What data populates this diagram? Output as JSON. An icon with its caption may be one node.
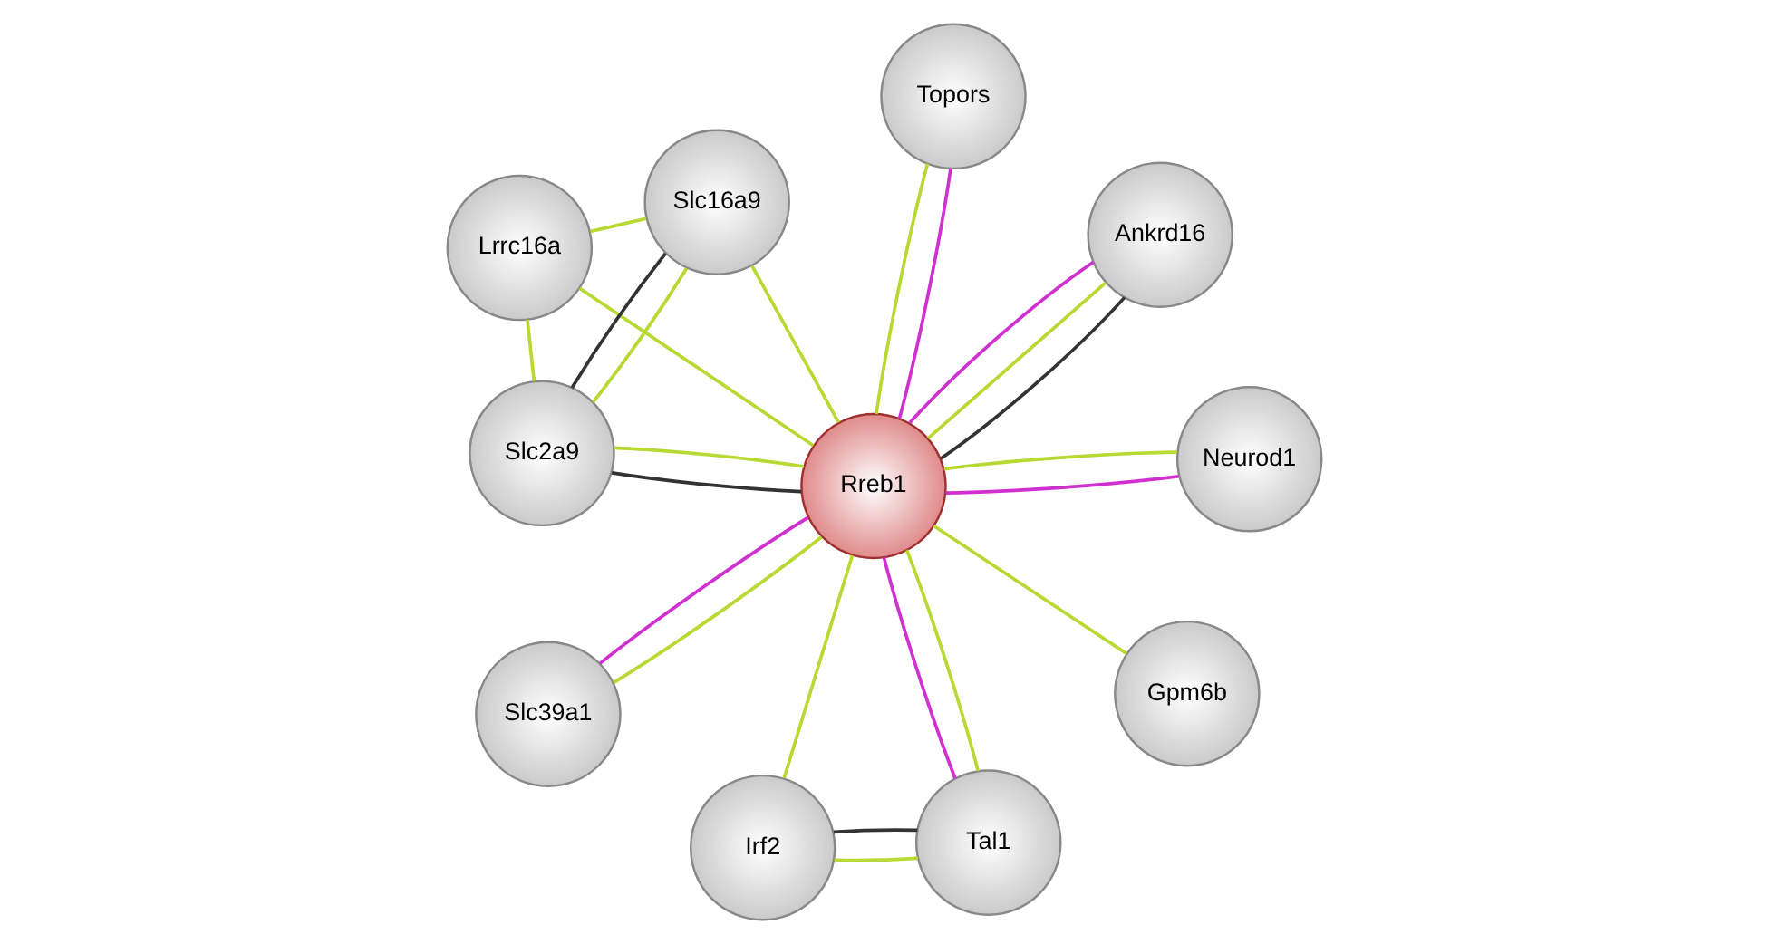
{
  "diagram": {
    "nodes": [
      {
        "text": [
          "Lrrc16a"
        ]
      },
      {
        "text": [
          "Slc16a9"
        ]
      },
      {
        "text": [
          "Slc2a9"
        ]
      },
      {
        "text": [
          "Topors"
        ]
      },
      {
        "text": [
          "Ankrd16"
        ]
      },
      {
        "text": [
          "Rreb1"
        ]
      },
      {
        "text": [
          "Slc39a1"
        ]
      },
      {
        "text": [
          "Neurod1"
        ]
      },
      {
        "text": [
          "Irf2"
        ]
      },
      {
        "text": [
          "Gpm6b"
        ]
      },
      {
        "text": [
          "Tal1"
        ]
      }
    ],
    "edges": [
      {
        "from": 0,
        "to": 2,
        "arrow": "none"
      },
      {
        "from": 0,
        "to": 5,
        "arrow": "none"
      },
      {
        "from": 0,
        "to": 1,
        "arrow": "none"
      },
      {
        "from": 2,
        "to": 1,
        "arrow": "none",
        "color": "#333333"
      },
      {
        "from": 2,
        "to": 1,
        "arrow": "none"
      },
      {
        "from": 1,
        "to": 5,
        "arrow": "none"
      },
      {
        "from": 2,
        "to": 5,
        "arrow": "none"
      },
      {
        "from": 2,
        "to": 5,
        "arrow": "none",
        "color": "#333333"
      },
      {
        "from": 4,
        "to": 5,
        "arrow": "none",
        "color": "#333333"
      },
      {
        "from": 4,
        "to": 5,
        "arrow": "none",
        "color": "#d030d0"
      },
      {
        "from": 4,
        "to": 5,
        "arrow": "none"
      },
      {
        "from": 3,
        "to": 5,
        "arrow": "none",
        "color": "#d030d0"
      },
      {
        "from": 3,
        "to": 5,
        "arrow": "none"
      },
      {
        "from": 5,
        "to": 6,
        "arrow": "none"
      },
      {
        "from": 5,
        "to": 6,
        "arrow": "none",
        "color": "#d030d0"
      },
      {
        "from": 7,
        "to": 5,
        "arrow": "none",
        "color": "#d030d0"
      },
      {
        "from": 7,
        "to": 5,
        "arrow": "none"
      },
      {
        "from": 9,
        "to": 5,
        "arrow": "none"
      },
      {
        "from": 10,
        "to": 5,
        "arrow": "none",
        "color": "#d030d0"
      },
      {
        "from": 10,
        "to": 5,
        "arrow": "none"
      },
      {
        "from": 8,
        "to": 5,
        "arrow": "none"
      },
      {
        "from": 10,
        "to": 8,
        "arrow": "none"
      },
      {
        "from": 10,
        "to": 8,
        "arrow": "none",
        "color": "#333333"
      }
    ]
  }
}
